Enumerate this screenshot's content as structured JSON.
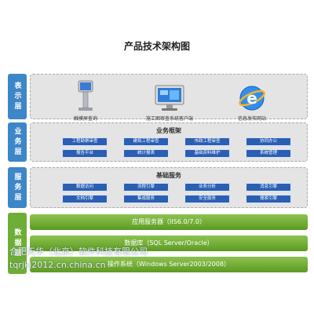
{
  "title": "产品技术架构图",
  "layers": {
    "display": {
      "side_label": "表示层",
      "items": [
        "触摸屏查询",
        "施工图审查系统客户端",
        "信息发布网站"
      ]
    },
    "business": {
      "side_label": "业务层",
      "panel_title": "业务框架",
      "row1": [
        "工程勘察审查",
        "建筑工程审查",
        "市政工程审查",
        "协同办公"
      ],
      "row2": [
        "报告平台",
        "统计报表",
        "基础资料维护",
        "系统管理"
      ]
    },
    "service": {
      "side_label": "服务层",
      "panel_title": "基础服务",
      "row1": [
        "数据访问",
        "流程引擎",
        "业务分析",
        "消息引擎"
      ],
      "row2": [
        "文档引擎",
        "集成服务",
        "安全服务",
        "搜索引擎"
      ]
    },
    "data": {
      "side_label": "数据层",
      "bars": [
        "应用服务器（IIS6.0/7.0）",
        "数据库（SQL Server/Oracle）",
        "操作系统（Windows Server2003/2008）"
      ]
    }
  },
  "watermark": {
    "line1": "合肥天华（北京）软件科技有限公司",
    "line2": "tqrjkj2012.cn.china.cn"
  },
  "colors": {
    "side_blue": "#3d86c8",
    "cell_blue": "#2a5fb4",
    "data_green": "#6fae36"
  }
}
